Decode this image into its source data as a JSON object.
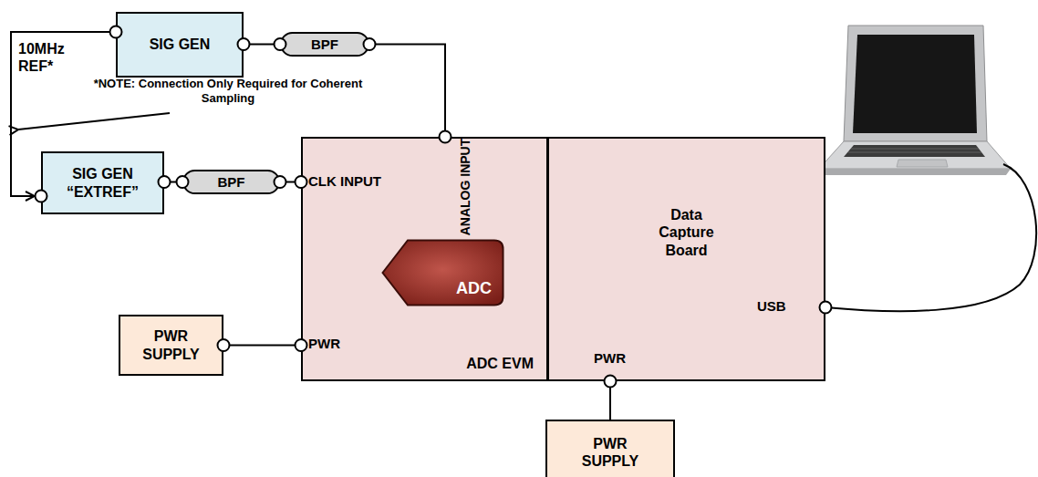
{
  "diagram": {
    "nodes": [
      {
        "text": [
          "SIG GEN"
        ]
      },
      {
        "text": [
          "BPF"
        ]
      },
      {
        "text": [
          "SIG GEN “EXTREF”"
        ]
      },
      {
        "text": [
          "BPF"
        ]
      },
      {
        "text": [
          "ADC EVM"
        ]
      },
      {
        "text": [
          "ADC"
        ],
        "in": 4
      },
      {
        "text": [
          "Data Capture Board"
        ]
      },
      {
        "text": [
          "PWR SUPPLY"
        ]
      },
      {
        "text": [
          "PWR SUPPLY"
        ]
      }
    ],
    "edges": [
      {
        "from": 0,
        "to": 1,
        "arrow": "none"
      },
      {
        "from": 1,
        "to": 4,
        "arrow": "none"
      },
      {
        "from": 0,
        "to": 2,
        "label": "10MHz REF*",
        "arrow": "to"
      },
      {
        "from": 2,
        "to": 3,
        "arrow": "none"
      },
      {
        "from": 3,
        "to": 4,
        "arrow": "none"
      },
      {
        "from": 7,
        "to": 4,
        "arrow": "none"
      },
      {
        "from": 8,
        "to": 6,
        "arrow": "none"
      }
    ],
    "labels": [
      "*NOTE: Connection Only Required for Coherent Sampling",
      "CLK INPUT",
      "ANALOG INPUT",
      "PWR",
      "USB",
      "PWR"
    ]
  }
}
